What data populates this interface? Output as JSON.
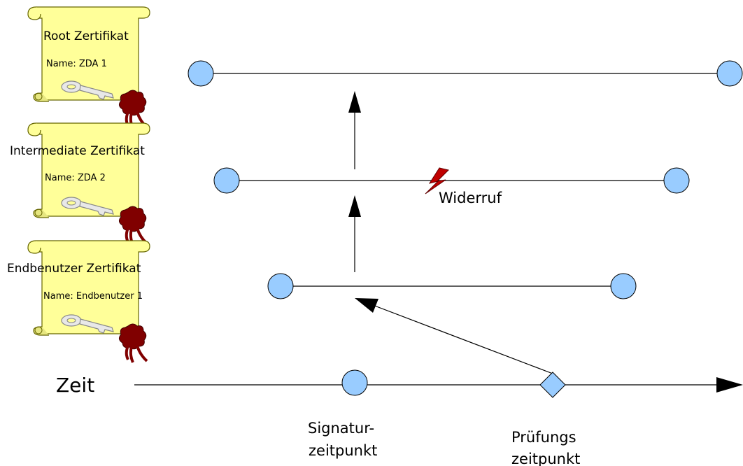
{
  "certificates": [
    {
      "title": "Root Zertifikat",
      "name": "Name: ZDA 1"
    },
    {
      "title": "Intermediate  Zertifikat",
      "name": "Name: ZDA 2"
    },
    {
      "title": "Endbenutzer  Zertifikat",
      "name": "Name: Endbenutzer 1"
    }
  ],
  "revocation": {
    "label": "Widerruf"
  },
  "timeline": {
    "label": "Zeit",
    "signature_label_line1": "Signatur-",
    "signature_label_line2": "zeitpunkt",
    "check_label_line1": "Prüfungs",
    "check_label_line2": "zeitpunkt"
  },
  "colors": {
    "scroll_fill": "#ffff99",
    "scroll_stroke": "#666600",
    "node_fill": "#99ccff",
    "seal": "#800000",
    "lightning": "#c00000"
  }
}
